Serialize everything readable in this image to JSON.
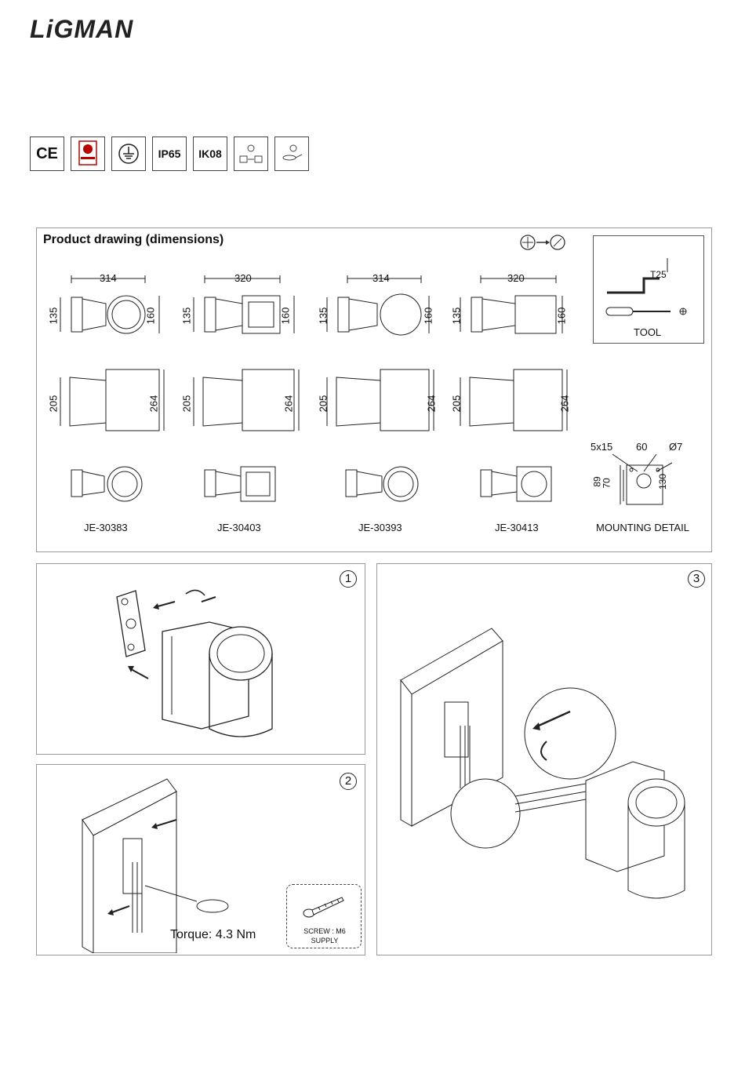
{
  "brand": {
    "logo_text": "LiGMAN"
  },
  "certifications": {
    "items": [
      {
        "name": "ce-mark-icon",
        "label": "CE"
      },
      {
        "name": "quality-mark-icon",
        "label": ""
      },
      {
        "name": "ground-symbol-icon",
        "label": ""
      },
      {
        "name": "ip-rating-badge",
        "label": "IP65"
      },
      {
        "name": "ik-rating-badge",
        "label": "IK08"
      },
      {
        "name": "control-icon-1",
        "label": ""
      },
      {
        "name": "control-icon-2",
        "label": ""
      }
    ]
  },
  "product_drawing": {
    "title": "Product drawing (dimensions)",
    "models": [
      {
        "code": "JE-30383",
        "width": "314",
        "body_h": "135",
        "head_h": "160",
        "body_len": "205",
        "total_h": "264"
      },
      {
        "code": "JE-30403",
        "width": "320",
        "body_h": "135",
        "head_h": "160",
        "body_len": "205",
        "total_h": "264"
      },
      {
        "code": "JE-30393",
        "width": "314",
        "body_h": "135",
        "head_h": "160",
        "body_len": "205",
        "total_h": "264"
      },
      {
        "code": "JE-30413",
        "width": "320",
        "body_h": "135",
        "head_h": "160",
        "body_len": "205",
        "total_h": "264"
      }
    ],
    "tool": {
      "label": "TOOL",
      "hex_key": "T25"
    },
    "mounting": {
      "label": "MOUNTING DETAIL",
      "screws": "5x15",
      "spacing": "60",
      "hole": "Ø7",
      "h1": "89",
      "h2": "70",
      "h3": "130"
    }
  },
  "steps": {
    "step1": {
      "number": "1"
    },
    "step2": {
      "number": "2",
      "torque": "Torque: 4.3 Nm",
      "screw_line1": "SCREW : M6",
      "screw_line2": "SUPPLY"
    },
    "step3": {
      "number": "3"
    }
  }
}
